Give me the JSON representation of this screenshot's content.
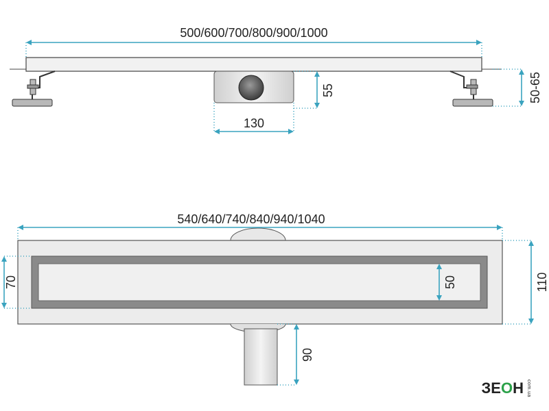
{
  "top_view": {
    "length_label": "500/600/700/800/900/1000",
    "height_label": "55",
    "outlet_width_label": "130",
    "adjust_label": "50-65"
  },
  "bottom_view": {
    "overall_length_label": "540/640/740/840/940/1040",
    "outer_width_label": "110",
    "grate_width_label": "70",
    "channel_label": "50",
    "outlet_depth_label": "90"
  },
  "logo": {
    "brand_prefix": "ЗЕ",
    "brand_o": "О",
    "brand_suffix": "Н",
    "tld": "com.ua"
  },
  "colors": {
    "dimension": "#3aa3bf",
    "logo_accent": "#2ca24a"
  }
}
